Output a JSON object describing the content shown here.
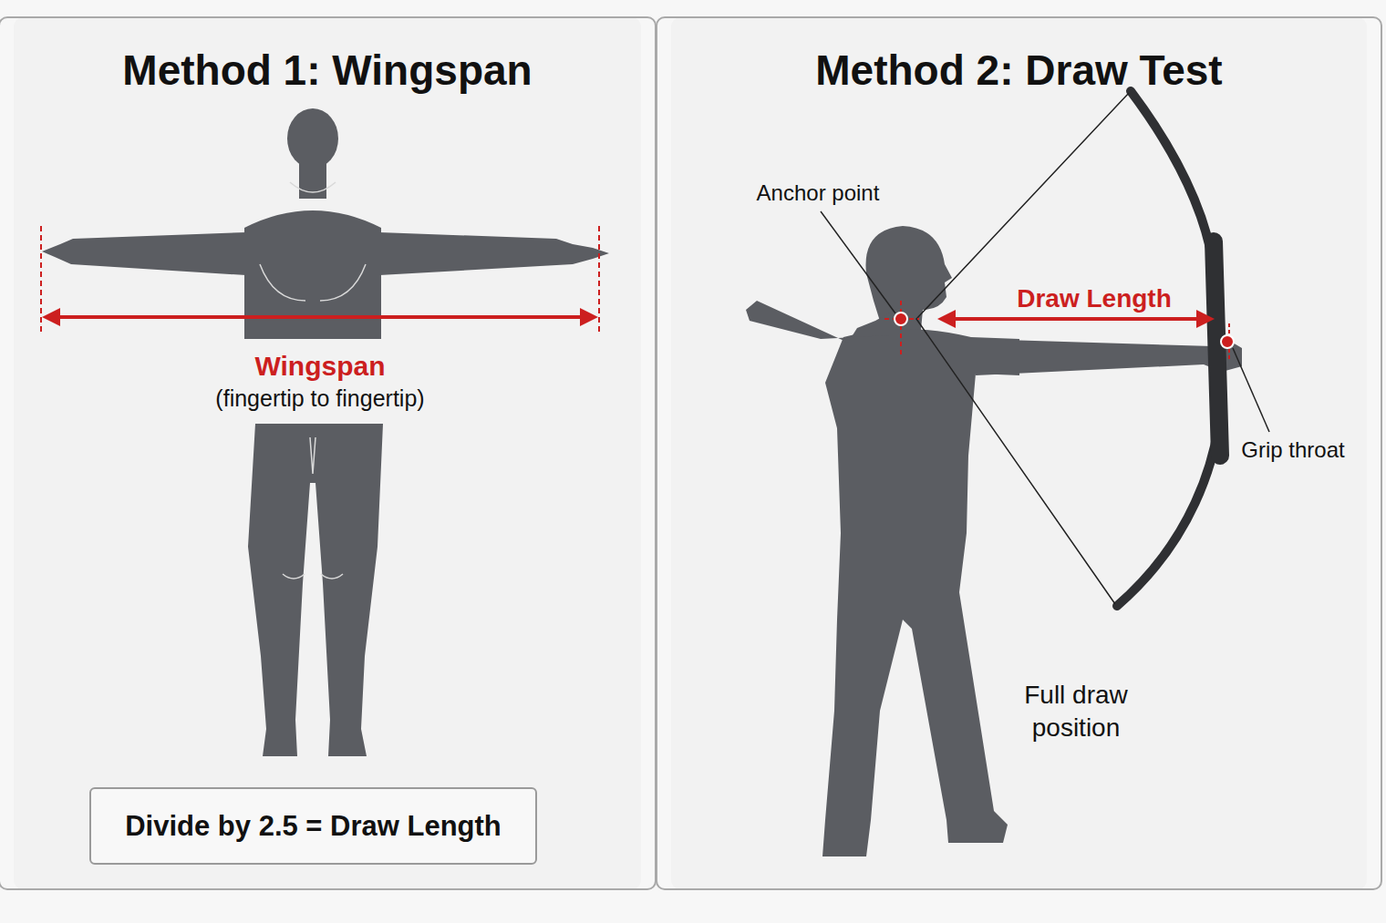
{
  "diagram": {
    "nodes": [
      {
        "text": [
          "Method 1: Wingspan"
        ]
      },
      {
        "text": [
          "Divide by 2.5 = Draw Length"
        ],
        "in": 0
      },
      {
        "text": [
          "Method 2: Draw Test"
        ]
      }
    ],
    "labels": [
      "Wingspan",
      "(fingertip to fingertip)",
      "Anchor point",
      "Draw Length",
      "Grip throat",
      "Full draw position"
    ]
  }
}
